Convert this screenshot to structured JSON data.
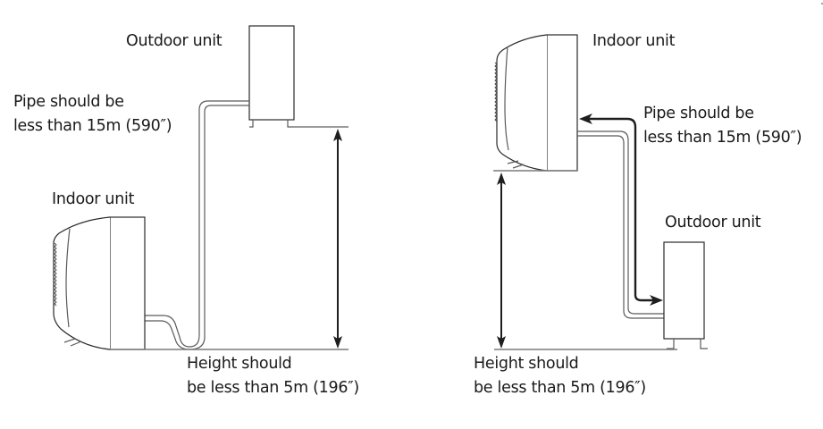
{
  "diagram": {
    "left": {
      "outdoor_label": "Outdoor unit",
      "pipe_label_line1": "Pipe should be",
      "pipe_label_line2": "less than 15m (590″)",
      "indoor_label": "Indoor unit",
      "height_label_line1": "Height should",
      "height_label_line2": "be less than 5m (196″)",
      "arrangement": "outdoor-above-indoor"
    },
    "right": {
      "indoor_label": "Indoor unit",
      "pipe_label_line1": "Pipe should be",
      "pipe_label_line2": "less than 15m (590″)",
      "outdoor_label": "Outdoor unit",
      "height_label_line1": "Height should",
      "height_label_line2": "be less than 5m (196″)",
      "arrangement": "indoor-above-outdoor"
    },
    "limits": {
      "max_pipe_length": "15m (590″)",
      "max_height_difference": "5m (196″)"
    },
    "colors": {
      "line": "#2a2a2a",
      "arrow": "#1e1e1e",
      "ground": "#7a7a7a",
      "text": "#1a1a1a",
      "background": "#ffffff"
    }
  }
}
